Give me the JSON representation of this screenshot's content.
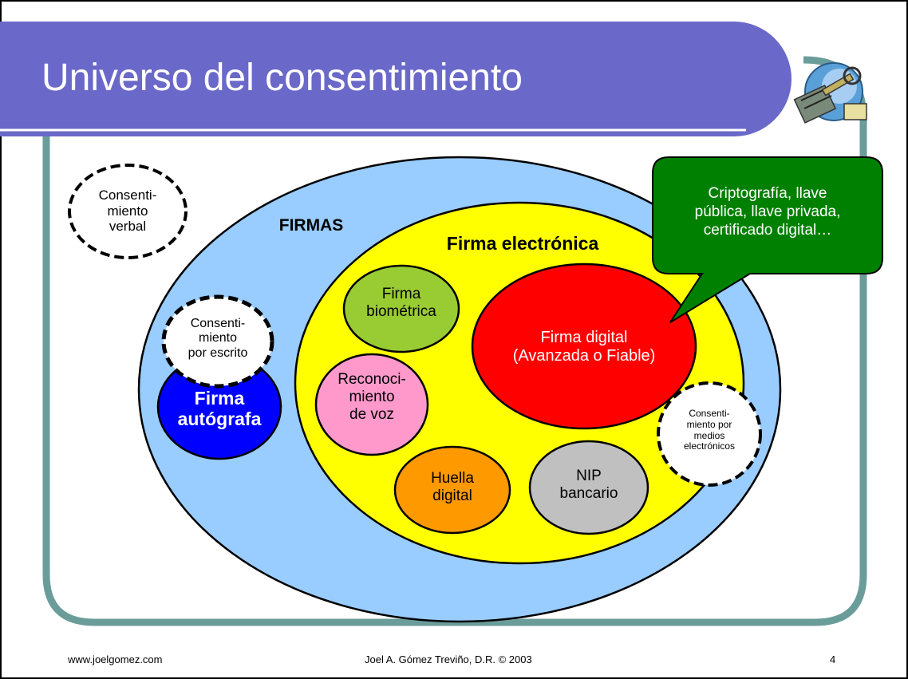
{
  "slide": {
    "title": "Universo del consentimiento",
    "colors": {
      "title_bar": "#6a68c8",
      "frame": "#6a9c9a",
      "firmas": "#99ccff",
      "firma_electronica": "#ffff00",
      "firma_digital": "#ff0000",
      "firma_biometrica": "#99cc33",
      "reconocimiento_voz": "#ff99cc",
      "huella_digital": "#ff9900",
      "nip_bancario": "#c0c0c0",
      "firma_autografa": "#0000ff",
      "callout": "#008000"
    },
    "logo_icon": "key-on-circuit-icon"
  },
  "diagram": {
    "firmas_label": "FIRMAS",
    "firma_electronica_label": "Firma electrónica",
    "firma_digital_label": "Firma digital\n(Avanzada o Fiable)",
    "firma_biometrica_label": "Firma\nbiométrica",
    "reconocimiento_voz_label": "Reconoci-\nmiento\nde voz",
    "huella_digital_label": "Huella\ndigital",
    "nip_bancario_label": "NIP\nbancario",
    "firma_autografa_label": "Firma\nautógrafa",
    "consentimiento_verbal_label": "Consenti-\nmiento\nverbal",
    "consentimiento_escrito_label": "Consenti-\nmiento\npor escrito",
    "consentimiento_electronico_label": "Consenti-\nmiento por\nmedios\nelectrónicos",
    "callout_text": "Criptografía, llave\npública, llave privada,\ncertificado digital…"
  },
  "footer": {
    "website": "www.joelgomez.com",
    "author": "Joel A. Gómez Treviño, D.R. © 2003",
    "page_number": "4"
  }
}
